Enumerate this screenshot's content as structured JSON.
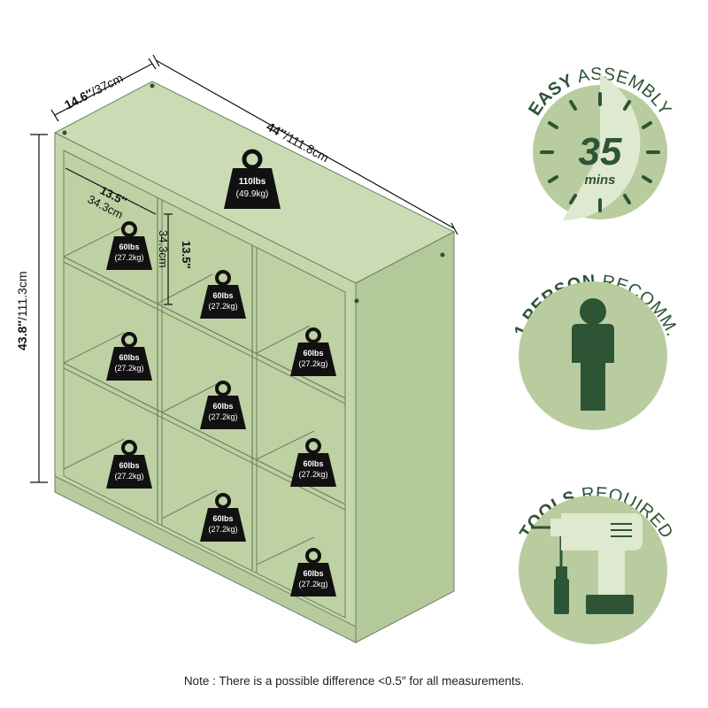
{
  "dimensions": {
    "depth_in": "14.6″",
    "depth_cm": "/37cm",
    "width_in": "44″",
    "width_cm": "/111.8cm",
    "height_in": "43.8″",
    "height_cm": "/111.3cm",
    "cube_width_in": "13.5″",
    "cube_width_cm": "34.3cm",
    "cube_height_in": "13.5″",
    "cube_height_cm": "34.3cm"
  },
  "weights": {
    "top": {
      "lbs": "110lbs",
      "kg": "(49.9kg)"
    },
    "cube": {
      "lbs": "60lbs",
      "kg": "(27.2kg)"
    }
  },
  "badges": {
    "assembly": {
      "strong": "EASY",
      "light": "ASSEMBLY",
      "minutes": "35",
      "unit": "mins"
    },
    "person": {
      "strong": "1 PERSON",
      "light": "RECOMM."
    },
    "tools": {
      "strong": "TOOLS",
      "light": "REQUIRED"
    }
  },
  "colors": {
    "cabinet_front": "#c4d6ab",
    "cabinet_side": "#b4c99a",
    "cabinet_top": "#cbdcb4",
    "badge_fill": "#b9cc9f",
    "badge_light": "#dfe9cf",
    "badge_dark": "#2e5436",
    "weight_black": "#111111"
  },
  "note": "Note : There is a possible difference <0.5″ for all measurements."
}
